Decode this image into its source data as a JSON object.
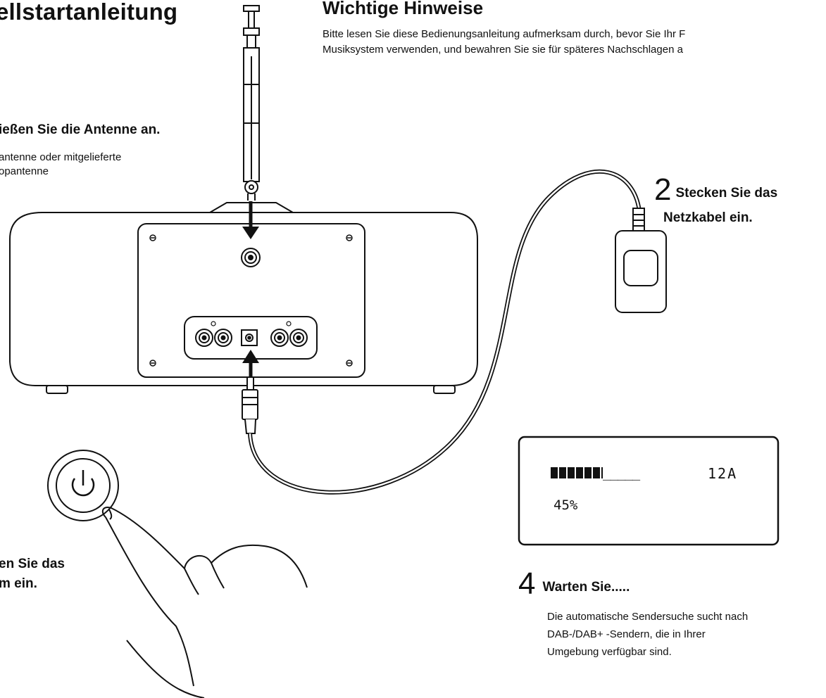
{
  "header": {
    "title": "ellstartanleitung",
    "notes_title": "Wichtige Hinweise",
    "notes_line1": "Bitte lesen Sie diese Bedienungsanleitung aufmerksam durch, bevor Sie Ihr F",
    "notes_line2": "Musiksystem verwenden, und bewahren Sie sie für späteres Nachschlagen a"
  },
  "step1": {
    "heading": "ießen Sie die Antenne an.",
    "line1": "antenne oder mitgelieferte",
    "line2": "opantenne"
  },
  "step2": {
    "number": "2",
    "line1": "Stecken Sie das",
    "line2": "Netzkabel ein."
  },
  "step3": {
    "line1": "en Sie das",
    "line2": "m ein."
  },
  "step4": {
    "number": "4",
    "heading": "Warten Sie.....",
    "line1": "Die automatische Sendersuche sucht nach",
    "line2": "DAB-/DAB+ -Sendern, die in Ihrer",
    "line3": "Umgebung verfügbar sind."
  },
  "lcd": {
    "progress_fill": "▮▮▮▮▮",
    "progress_rest": "_____",
    "channel": "12A",
    "percent": "45%"
  },
  "colors": {
    "line": "#111111",
    "background": "#ffffff"
  },
  "icons": [
    "power-icon",
    "antenna-icon",
    "arrow-down-icon",
    "arrow-up-icon",
    "power-adapter-icon",
    "hand-icon"
  ]
}
